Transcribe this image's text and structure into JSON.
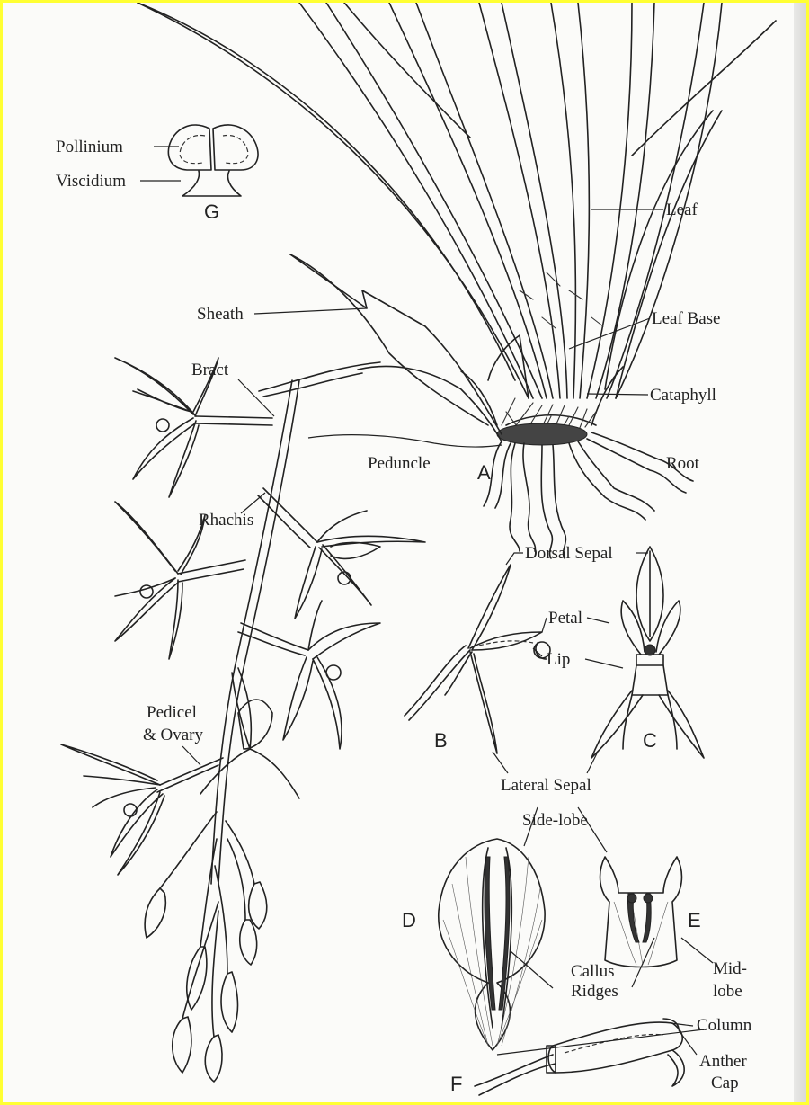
{
  "figure": {
    "letters": {
      "A": "A",
      "B": "B",
      "C": "C",
      "D": "D",
      "E": "E",
      "F": "F",
      "G": "G"
    },
    "labels": {
      "pollinium": "Pollinium",
      "viscidium": "Viscidium",
      "leaf": "Leaf",
      "sheath": "Sheath",
      "leaf_base": "Leaf Base",
      "bract": "Bract",
      "cataphyll": "Cataphyll",
      "peduncle": "Peduncle",
      "root": "Root",
      "rhachis": "Rhachis",
      "dorsal_sepal": "Dorsal Sepal",
      "petal": "Petal",
      "lip": "Lip",
      "pedicel_line1": "Pedicel",
      "pedicel_line2": "& Ovary",
      "lateral_sepal": "Lateral Sepal",
      "side_lobe": "Side-lobe",
      "callus_line1": "Callus",
      "callus_line2": "Ridges",
      "mid_lobe_line1": "Mid-",
      "mid_lobe_line2": "lobe",
      "column": "Column",
      "anther_line1": "Anther",
      "anther_line2": "Cap"
    }
  }
}
